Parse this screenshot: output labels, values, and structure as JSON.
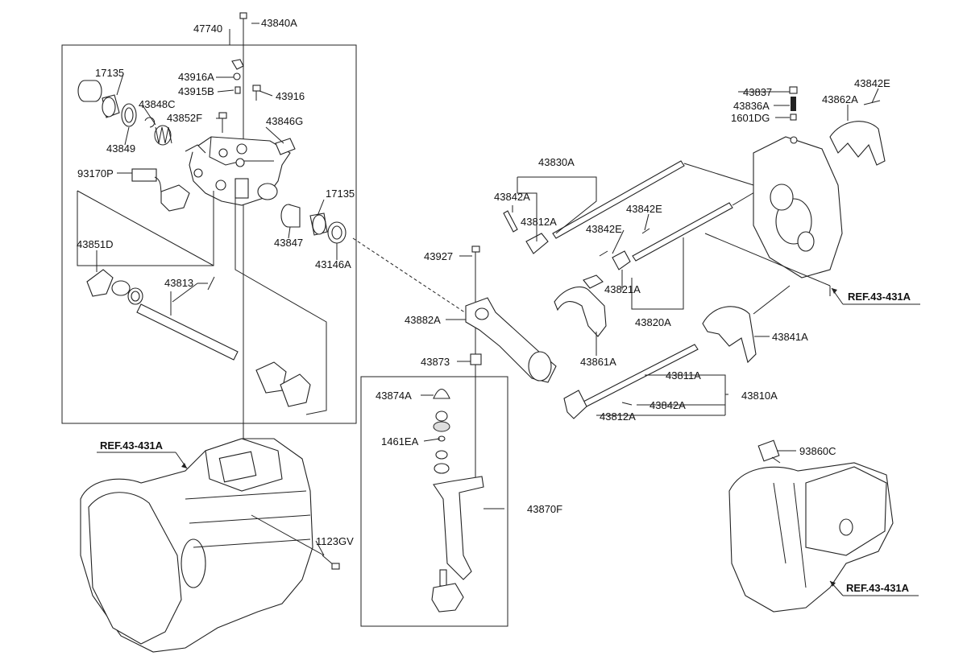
{
  "labels": {
    "p47740": "47740",
    "p43840A": "43840A",
    "p17135a": "17135",
    "p43916A": "43916A",
    "p43915B": "43915B",
    "p43916": "43916",
    "p43848C": "43848C",
    "p43852F": "43852F",
    "p43846G": "43846G",
    "p43849": "43849",
    "p93170P": "93170P",
    "p17135b": "17135",
    "p43847": "43847",
    "p43146A": "43146A",
    "p43851D": "43851D",
    "p43813": "43813",
    "p43830A": "43830A",
    "p43842A_top": "43842A",
    "p43812A_top": "43812A",
    "p43842E_1": "43842E",
    "p43842E_2": "43842E",
    "p43821A": "43821A",
    "p43820A": "43820A",
    "p43861A": "43861A",
    "p43927": "43927",
    "p43882A": "43882A",
    "p43873": "43873",
    "p43874A": "43874A",
    "p1461EA": "1461EA",
    "p43870F": "43870F",
    "p43837": "43837",
    "p43836A": "43836A",
    "p1601DG": "1601DG",
    "p43842E_top": "43842E",
    "p43862A": "43862A",
    "p43841A": "43841A",
    "p43811A": "43811A",
    "p43810A": "43810A",
    "p43842A_bot": "43842A",
    "p43812A_bot": "43812A",
    "p93860C": "93860C",
    "p1123GV": "1123GV",
    "ref_left": "REF.43-431A",
    "ref_right_top": "REF.43-431A",
    "ref_right_bot": "REF.43-431A"
  }
}
